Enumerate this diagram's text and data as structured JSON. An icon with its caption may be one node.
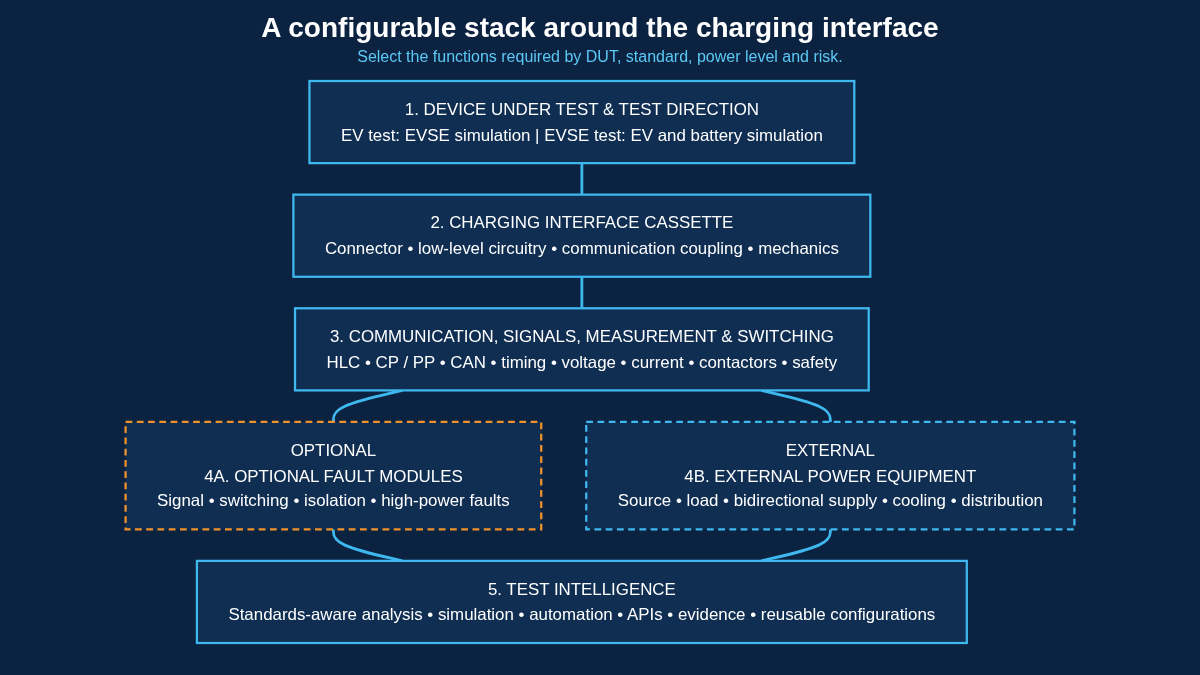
{
  "diagram": {
    "title": "A configurable stack around the charging interface",
    "nodes": [
      {
        "text": [
          "1. DEVICE UNDER TEST & TEST DIRECTION",
          "EV test: EVSE simulation  |  EVSE test: EV and battery simulation"
        ]
      },
      {
        "text": [
          "2. CHARGING INTERFACE CASSETTE",
          "Connector • low-level circuitry • communication coupling • mechanics"
        ]
      },
      {
        "text": [
          "3. COMMUNICATION, SIGNALS, MEASUREMENT & SWITCHING",
          "HLC • CP / PP • CAN • timing • voltage • current • contactors • safety"
        ]
      },
      {
        "text": [
          "OPTIONAL",
          "4A. OPTIONAL FAULT MODULES",
          "Signal • switching • isolation • high-power faults"
        ]
      },
      {
        "text": [
          "EXTERNAL",
          "4B. EXTERNAL POWER EQUIPMENT",
          "Source • load • bidirectional supply • cooling • distribution"
        ]
      },
      {
        "text": [
          "5. TEST INTELLIGENCE",
          "Standards-aware analysis • simulation • automation • APIs • evidence • reusable configurations"
        ]
      }
    ],
    "edges": [
      {
        "from": 0,
        "to": 1,
        "arrow": "none"
      },
      {
        "from": 1,
        "to": 2,
        "arrow": "none"
      },
      {
        "from": 2,
        "to": 3,
        "arrow": "none"
      },
      {
        "from": 2,
        "to": 4,
        "arrow": "none"
      },
      {
        "from": 3,
        "to": 5,
        "arrow": "none"
      },
      {
        "from": 4,
        "to": 5,
        "arrow": "none"
      }
    ],
    "labels": [
      "Select the functions required by DUT, standard, power level and risk."
    ]
  }
}
